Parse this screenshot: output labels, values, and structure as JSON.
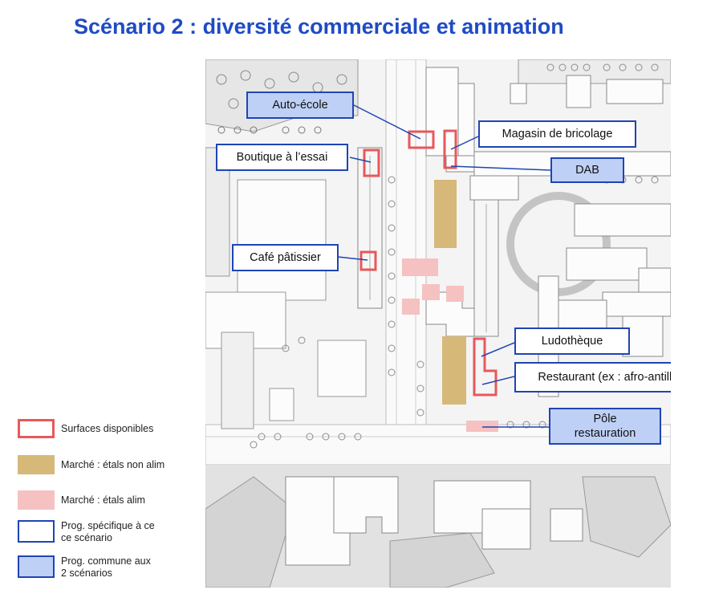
{
  "title": "Scénario 2 : diversité commerciale et animation",
  "labels": {
    "auto_ecole": "Auto-école",
    "bricolage": "Magasin de bricolage",
    "boutique": "Boutique à l’essai",
    "dab": "DAB",
    "cafe": "Café pâtissier",
    "ludotheque": "Ludothèque",
    "restaurant": "Restaurant (ex : afro-antillais)",
    "pole_line1": "Pôle",
    "pole_line2": "restauration"
  },
  "legend": {
    "surfaces": "Surfaces disponibles",
    "non_alim": "Marché : étals non alim",
    "alim": "Marché : étals alim",
    "specific_line1": "Prog. spécifique à ce",
    "specific_line2": "ce scénario",
    "common_line1": "Prog. commune aux",
    "common_line2": "2 scénarios"
  },
  "colors": {
    "title": "#1f4bc4",
    "label_border": "#1f45b3",
    "common_fill": "#bfd0f6",
    "surface_red": "#e8585a",
    "market_non_alim": "#d6b879",
    "market_alim": "#f6c1c1"
  }
}
